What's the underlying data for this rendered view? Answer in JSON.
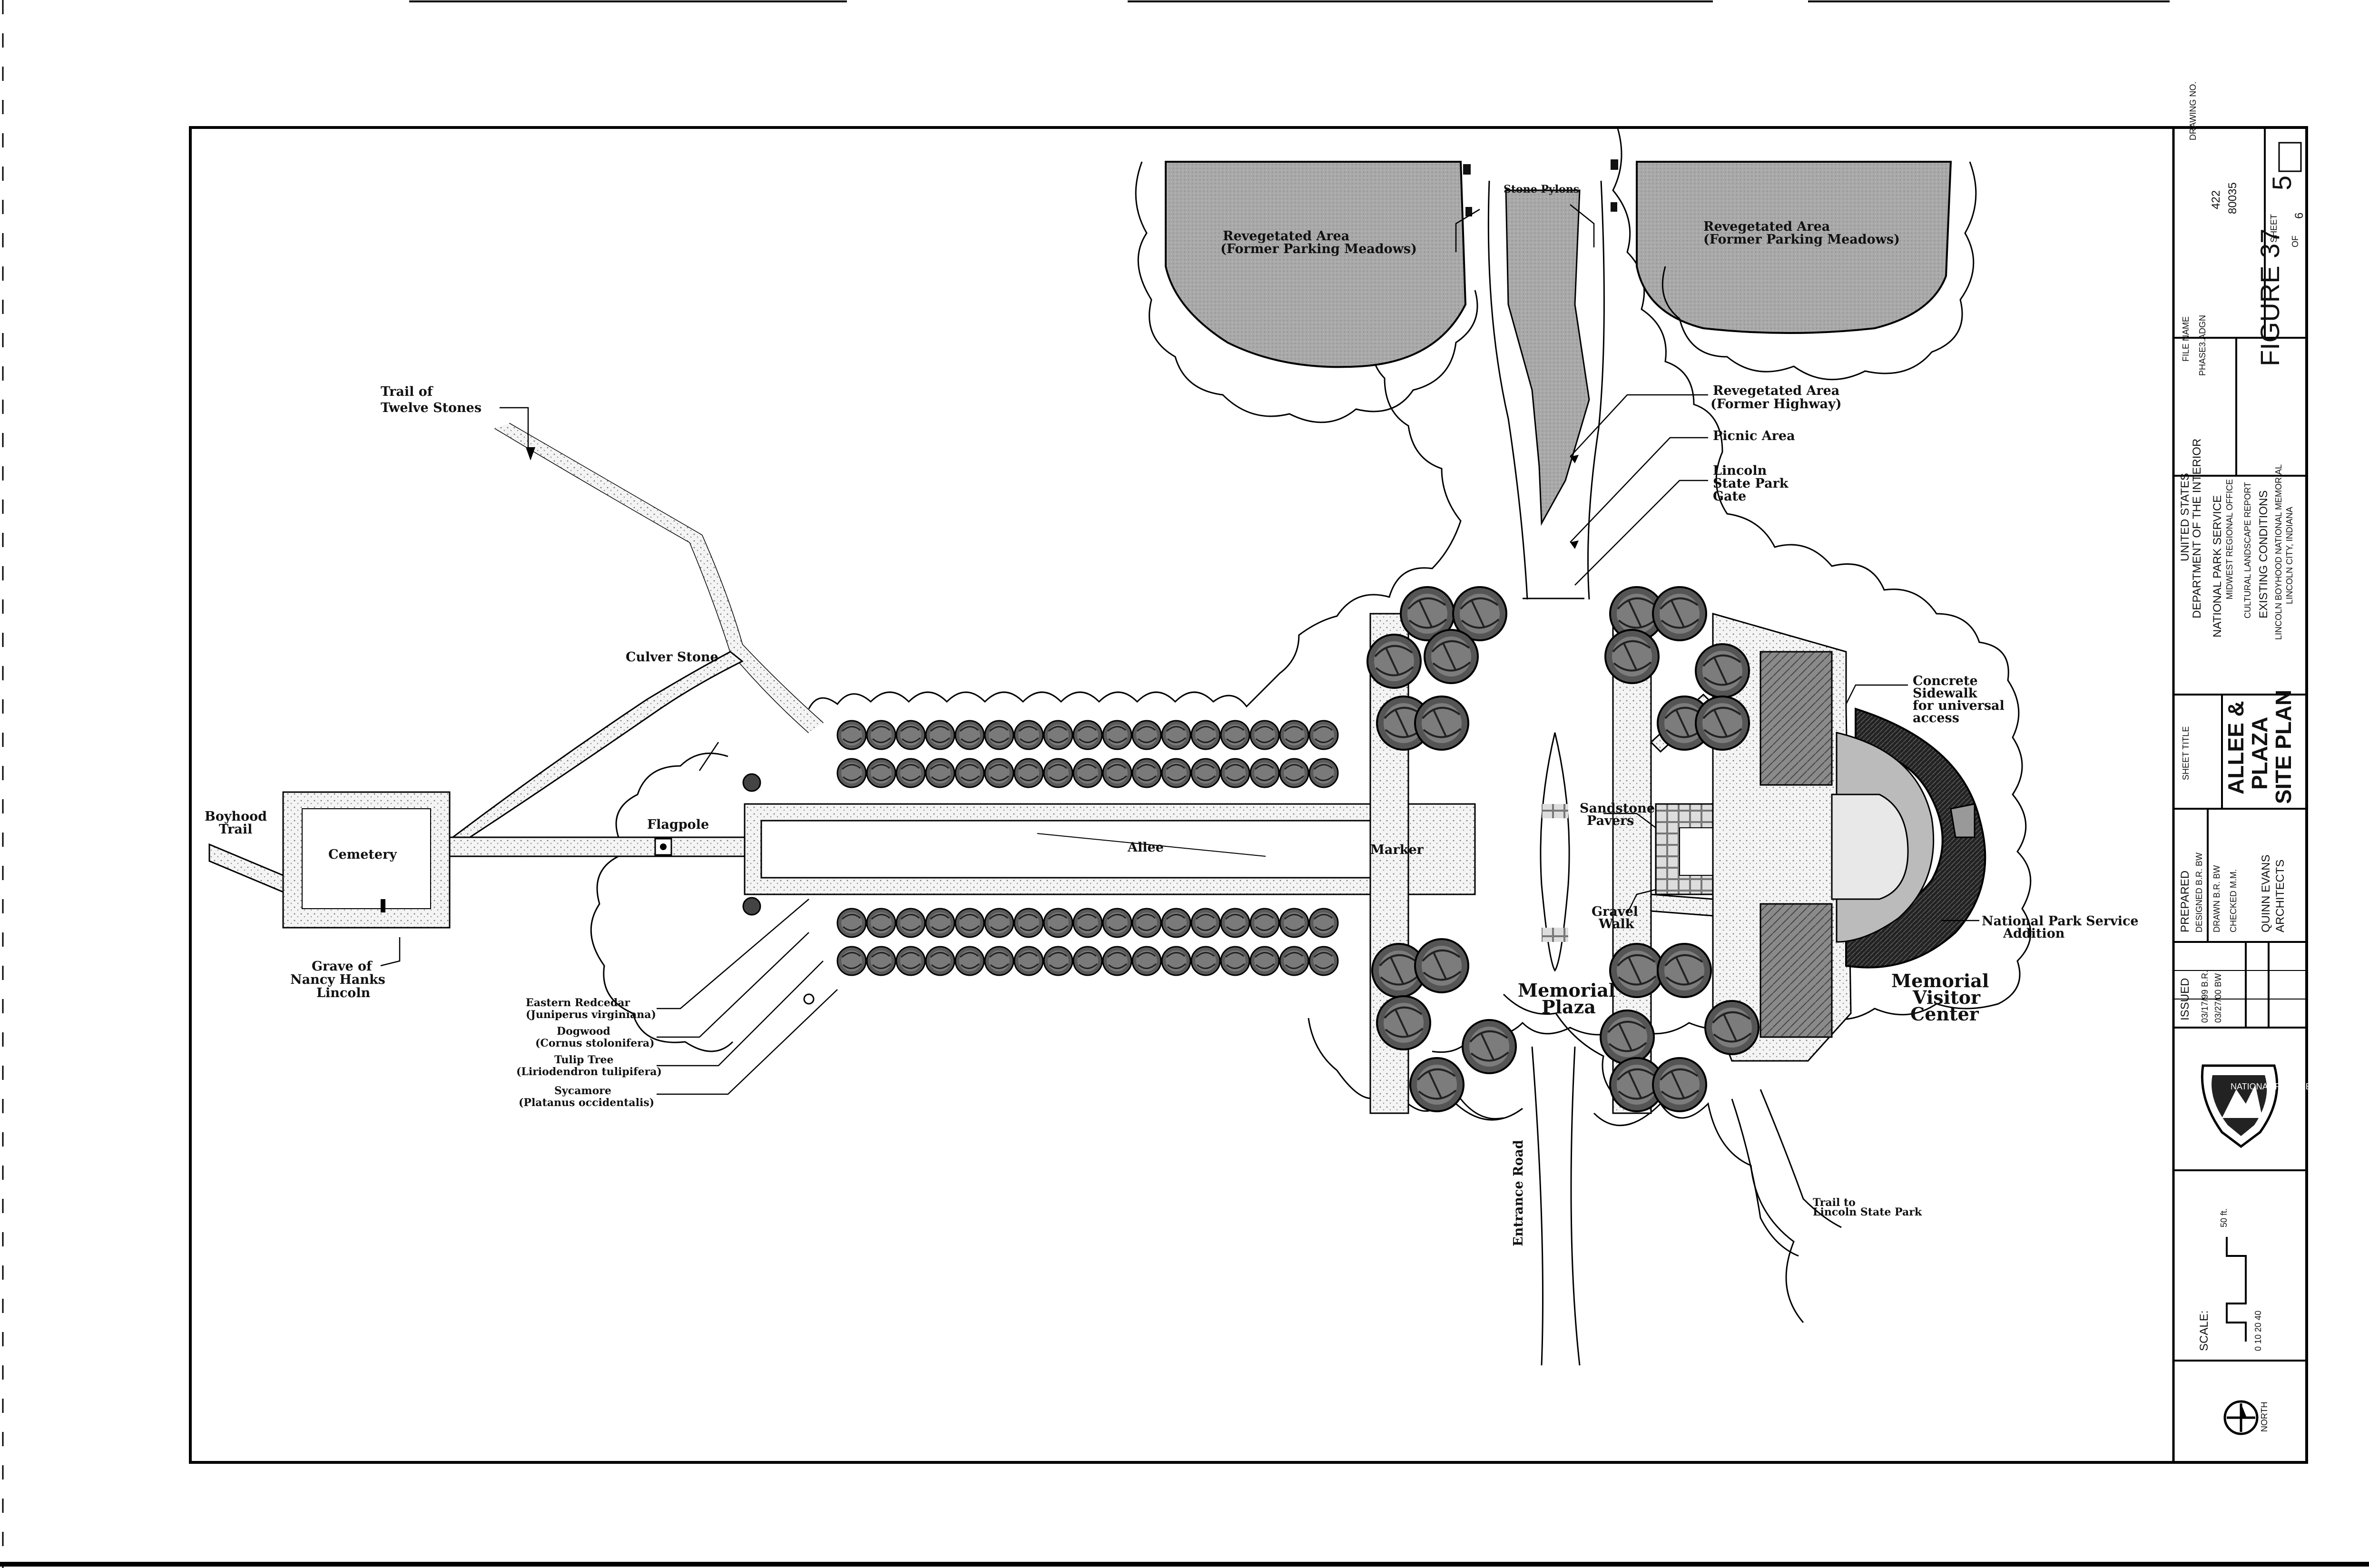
{
  "labels": {
    "trail_twelve_1": "Trail of",
    "trail_twelve_2": "Twelve Stones",
    "culver_stone": "Culver Stone",
    "boyhood_1": "Boyhood",
    "boyhood_2": "Trail",
    "cemetery": "Cemetery",
    "flagpole": "Flagpole",
    "grave_1": "Grave of",
    "grave_2": "Nancy Hanks",
    "grave_3": "Lincoln",
    "allee": "Allee",
    "marker": "Marker",
    "cedar_1": "Eastern Redcedar",
    "cedar_2": "(Juniperus virginiana)",
    "dogwood_1": "Dogwood",
    "dogwood_2": "(Cornus stolonifera)",
    "tulip_1": "Tulip Tree",
    "tulip_2": "(Liriodendron tulipifera)",
    "sycamore_1": "Sycamore",
    "sycamore_2": "(Platanus occidentalis)",
    "reveg_left_1": "Revegetated Area",
    "reveg_left_2": "(Former Parking Meadows)",
    "reveg_right_1": "Revegetated Area",
    "reveg_right_2": "(Former Parking Meadows)",
    "stone_pylons": "Stone Pylons",
    "reveg_hwy_1": "Revegetated Area",
    "reveg_hwy_2": "(Former Highway)",
    "picnic": "Picnic Area",
    "gate_1": "Lincoln",
    "gate_2": "State Park",
    "gate_3": "Gate",
    "concrete_1": "Concrete",
    "concrete_2": "Sidewalk",
    "concrete_3": "for universal",
    "concrete_4": "access",
    "sandstone_1": "Sandstone",
    "sandstone_2": "Pavers",
    "gravel_1": "Gravel",
    "gravel_2": "Walk",
    "nps_add_1": "National Park Service",
    "nps_add_2": "Addition",
    "plaza_1": "Memorial",
    "plaza_2": "Plaza",
    "vc_1": "Memorial",
    "vc_2": "Visitor",
    "vc_3": "Center",
    "entrance_road": "Entrance Road",
    "trail_lsp_1": "Trail to",
    "trail_lsp_2": "Lincoln State Park"
  },
  "title_block": {
    "drawing_no_label": "DRAWING NO.",
    "drawing_no_1": "422",
    "drawing_no_2": "80035",
    "sheet_label": "SHEET",
    "sheet_num": "5",
    "of_label": "OF",
    "sheet_total": "6",
    "file_name_label": "FILE NAME",
    "file_name": "PHASE3.ADGN",
    "figure": "FIGURE 37",
    "agency_1": "UNITED STATES",
    "agency_2": "DEPARTMENT OF THE INTERIOR",
    "agency_3": "NATIONAL PARK SERVICE",
    "agency_4": "MIDWEST REGIONAL OFFICE",
    "report_1": "CULTURAL LANDSCAPE REPORT",
    "report_2": "EXISTING CONDITIONS",
    "report_3": "LINCOLN BOYHOOD NATIONAL MEMORIAL",
    "report_4": "LINCOLN CITY, INDIANA",
    "sheet_title_label": "SHEET TITLE",
    "sheet_title_1": "ALLEE &",
    "sheet_title_2": "PLAZA",
    "sheet_title_3": "SITE PLAN",
    "prepared_label": "PREPARED",
    "designed": "DESIGNED B.R. BW",
    "drawn": "DRAWN B.R. BW",
    "checked": "CHECKED M.M.",
    "firm_1": "QUINN EVANS",
    "firm_2": "ARCHITECTS",
    "issued_label": "ISSUED",
    "issued_1": "03/17/99  B.R.",
    "issued_2": "03/27/00  BW",
    "nps_emblem": "NATIONAL PARK SERVICE",
    "scale_label": "SCALE:",
    "scale_ticks": "0  10  20       40",
    "scale_end": "50 ft.",
    "north": "NORTH"
  },
  "icons": [
    "north-arrow-icon",
    "nps-arrowhead-icon",
    "scale-bar-icon"
  ]
}
